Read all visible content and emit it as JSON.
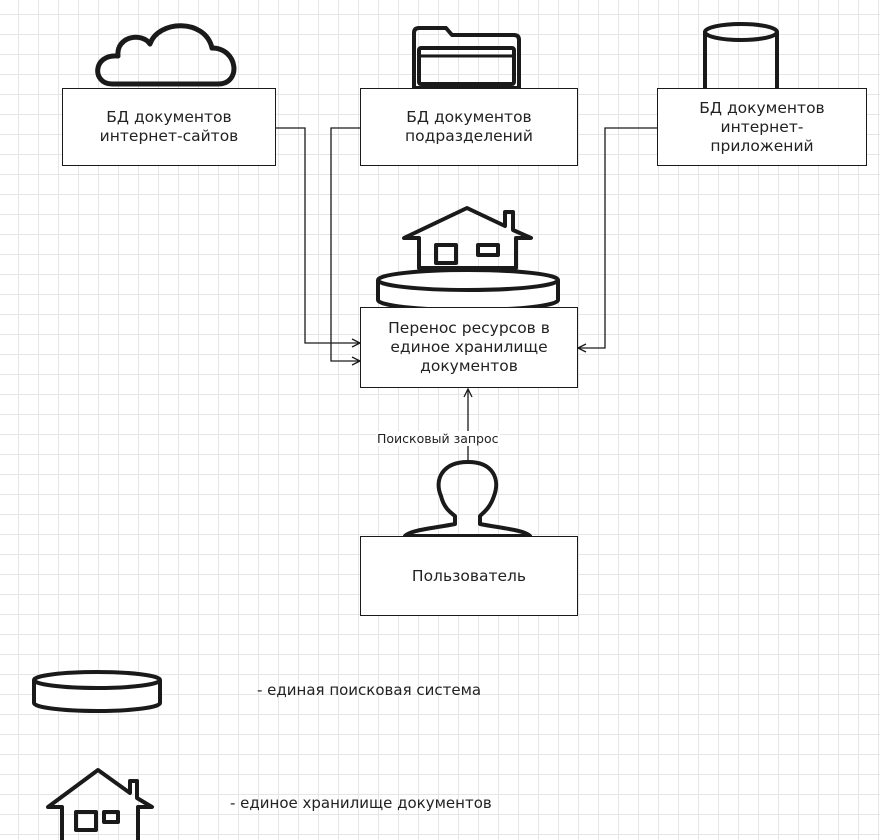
{
  "nodes": {
    "websites_db": "БД документов\nинтернет-сайтов",
    "departments_db": "БД документов\nподразделений",
    "apps_db": "БД документов\nинтернет-\nприложений",
    "transfer": "Перенос ресурсов в\nединое хранилище\nдокументов",
    "user": "Пользователь"
  },
  "edges": {
    "query_label": "Поисковый запрос"
  },
  "legend": {
    "search_system": "- единая поисковая система",
    "storage": "- единое хранилище документов"
  },
  "icons": {
    "websites": "cloud-icon",
    "departments": "folder-icon",
    "apps": "database-icon",
    "storage": "house-icon",
    "search": "disk-icon",
    "user": "user-icon"
  }
}
